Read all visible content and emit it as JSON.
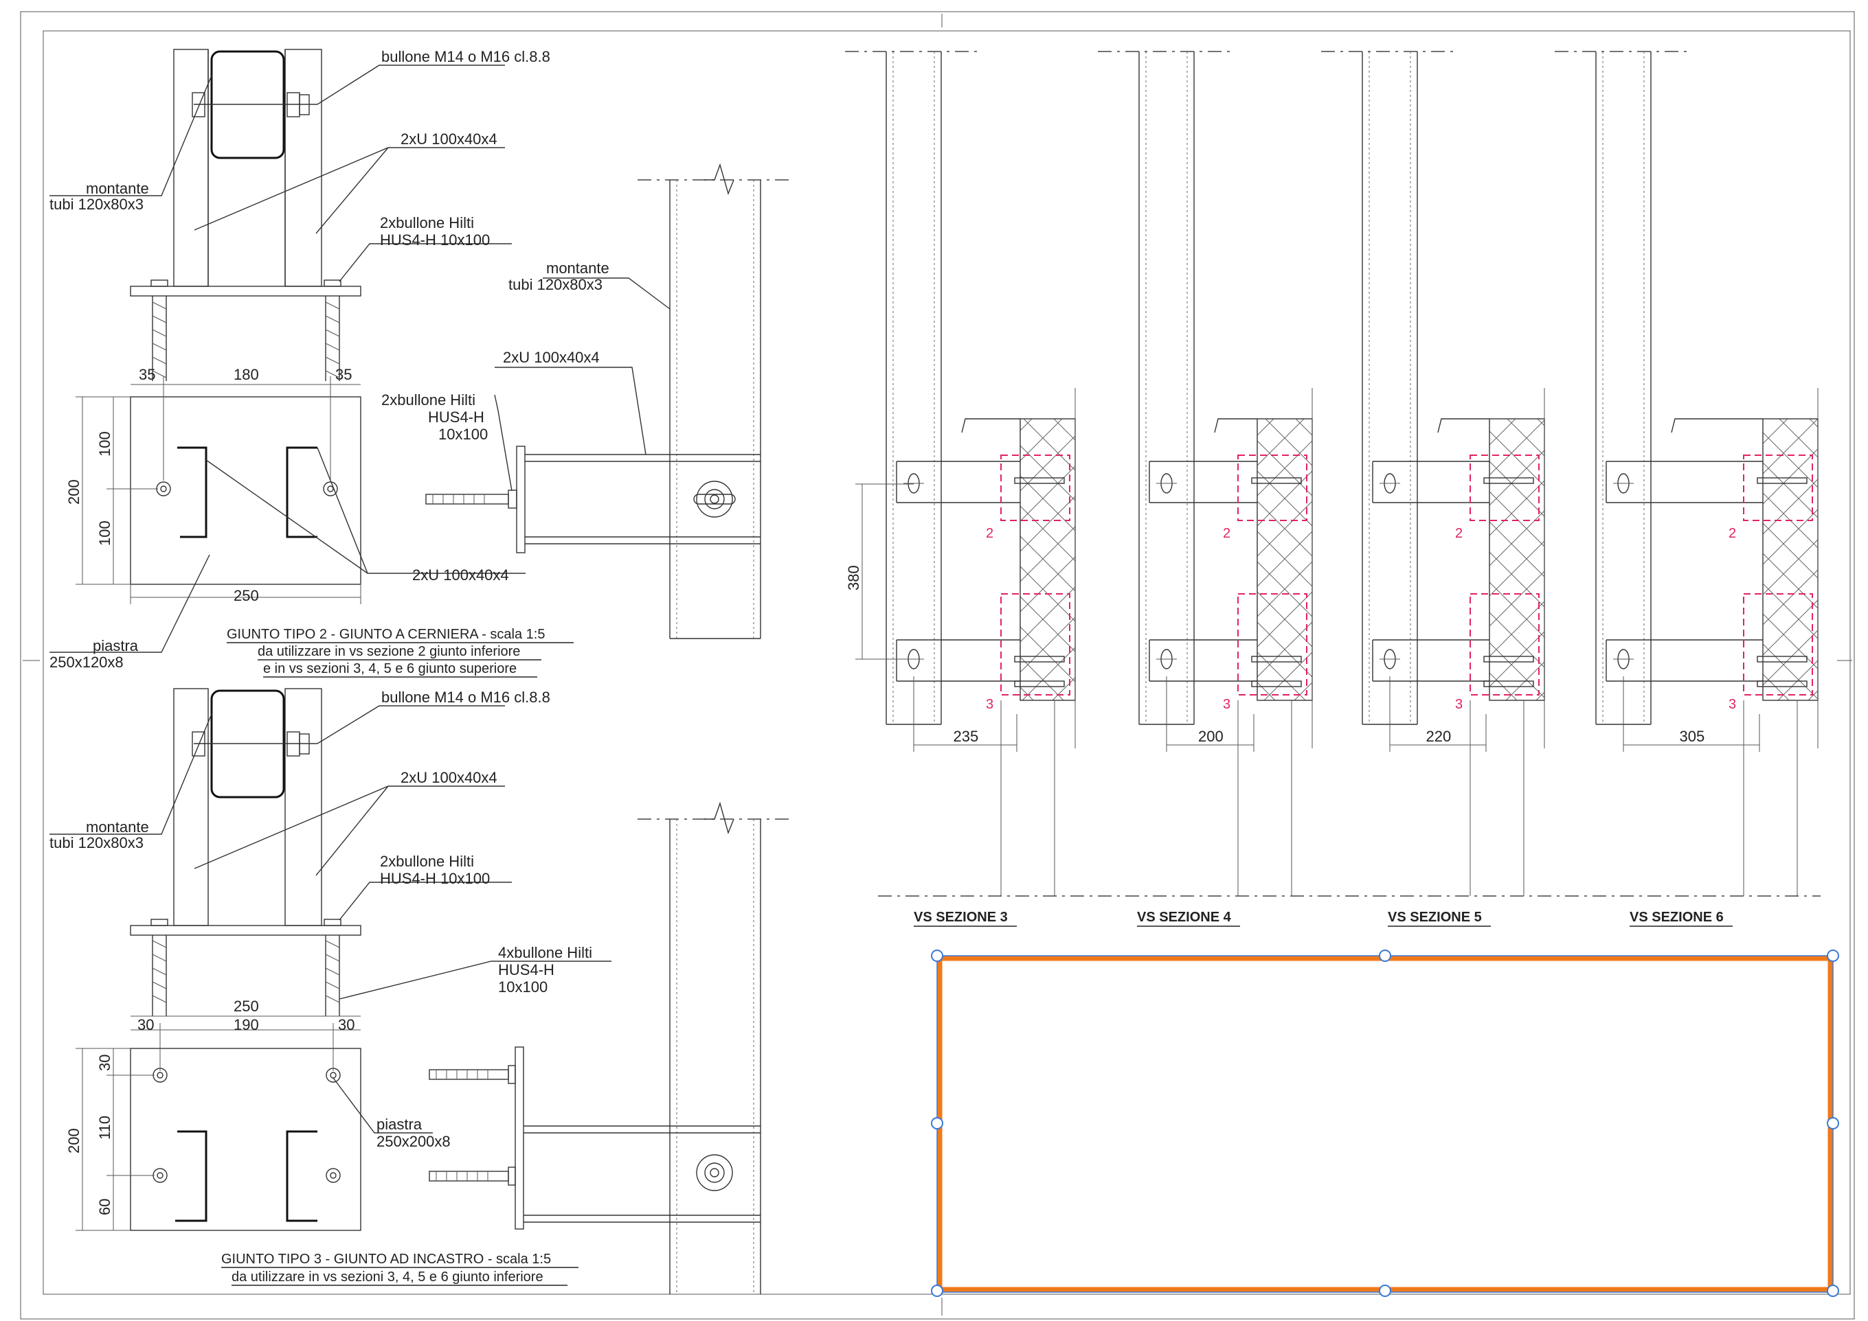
{
  "labels": {
    "bullone_m14": "bullone M14 o M16 cl.8.8",
    "due_u": "2xU 100x40x4",
    "montante": "montante",
    "tubi": "tubi 120x80x3",
    "due_bullone_hilti": "2xbullone Hilti",
    "hus4h_10x100": "HUS4-H 10x100",
    "hus4h": "HUS4-H",
    "size_10x100": "10x100",
    "piastra": "piastra",
    "piastra_250x120": "250x120x8",
    "piastra_250x200": "250x200x8",
    "quattro_bullone_hilti": "4xbullone Hilti"
  },
  "captions": {
    "tipo2_title": "GIUNTO TIPO 2 - GIUNTO A CERNIERA - scala 1:5",
    "tipo2_line2": "da utilizzare in vs sezione 2 giunto inferiore",
    "tipo2_line3": "e in vs sezioni 3, 4, 5 e 6 giunto superiore",
    "tipo3_title": "GIUNTO TIPO 3 - GIUNTO AD INCASTRO - scala 1:5",
    "tipo3_line2": "da utilizzare in vs sezioni 3, 4, 5 e 6 giunto inferiore"
  },
  "dims": {
    "plate2_left": "35",
    "plate2_mid": "180",
    "plate2_right": "35",
    "plate2_h_top": "100",
    "plate2_h_bot": "100",
    "plate2_h_total": "200",
    "plate2_w_total": "250",
    "plate3_w_total": "250",
    "plate3_left": "30",
    "plate3_mid": "190",
    "plate3_right": "30",
    "plate3_h_a": "30",
    "plate3_h_b": "110",
    "plate3_h_c": "60",
    "plate3_h_total": "200",
    "section_380": "380"
  },
  "sections": [
    {
      "title": "VS SEZIONE 3",
      "dim": "235",
      "mark_top": "2",
      "mark_bottom": "3"
    },
    {
      "title": "VS SEZIONE 4",
      "dim": "200",
      "mark_top": "2",
      "mark_bottom": "3"
    },
    {
      "title": "VS SEZIONE 5",
      "dim": "220",
      "mark_top": "2",
      "mark_bottom": "3"
    },
    {
      "title": "VS SEZIONE 6",
      "dim": "305",
      "mark_top": "2",
      "mark_bottom": "3"
    }
  ],
  "colors": {
    "selection": "#f07a1a",
    "handle": "#3a78d6",
    "hidden_mark": "#e0245e",
    "ink": "#222222"
  }
}
